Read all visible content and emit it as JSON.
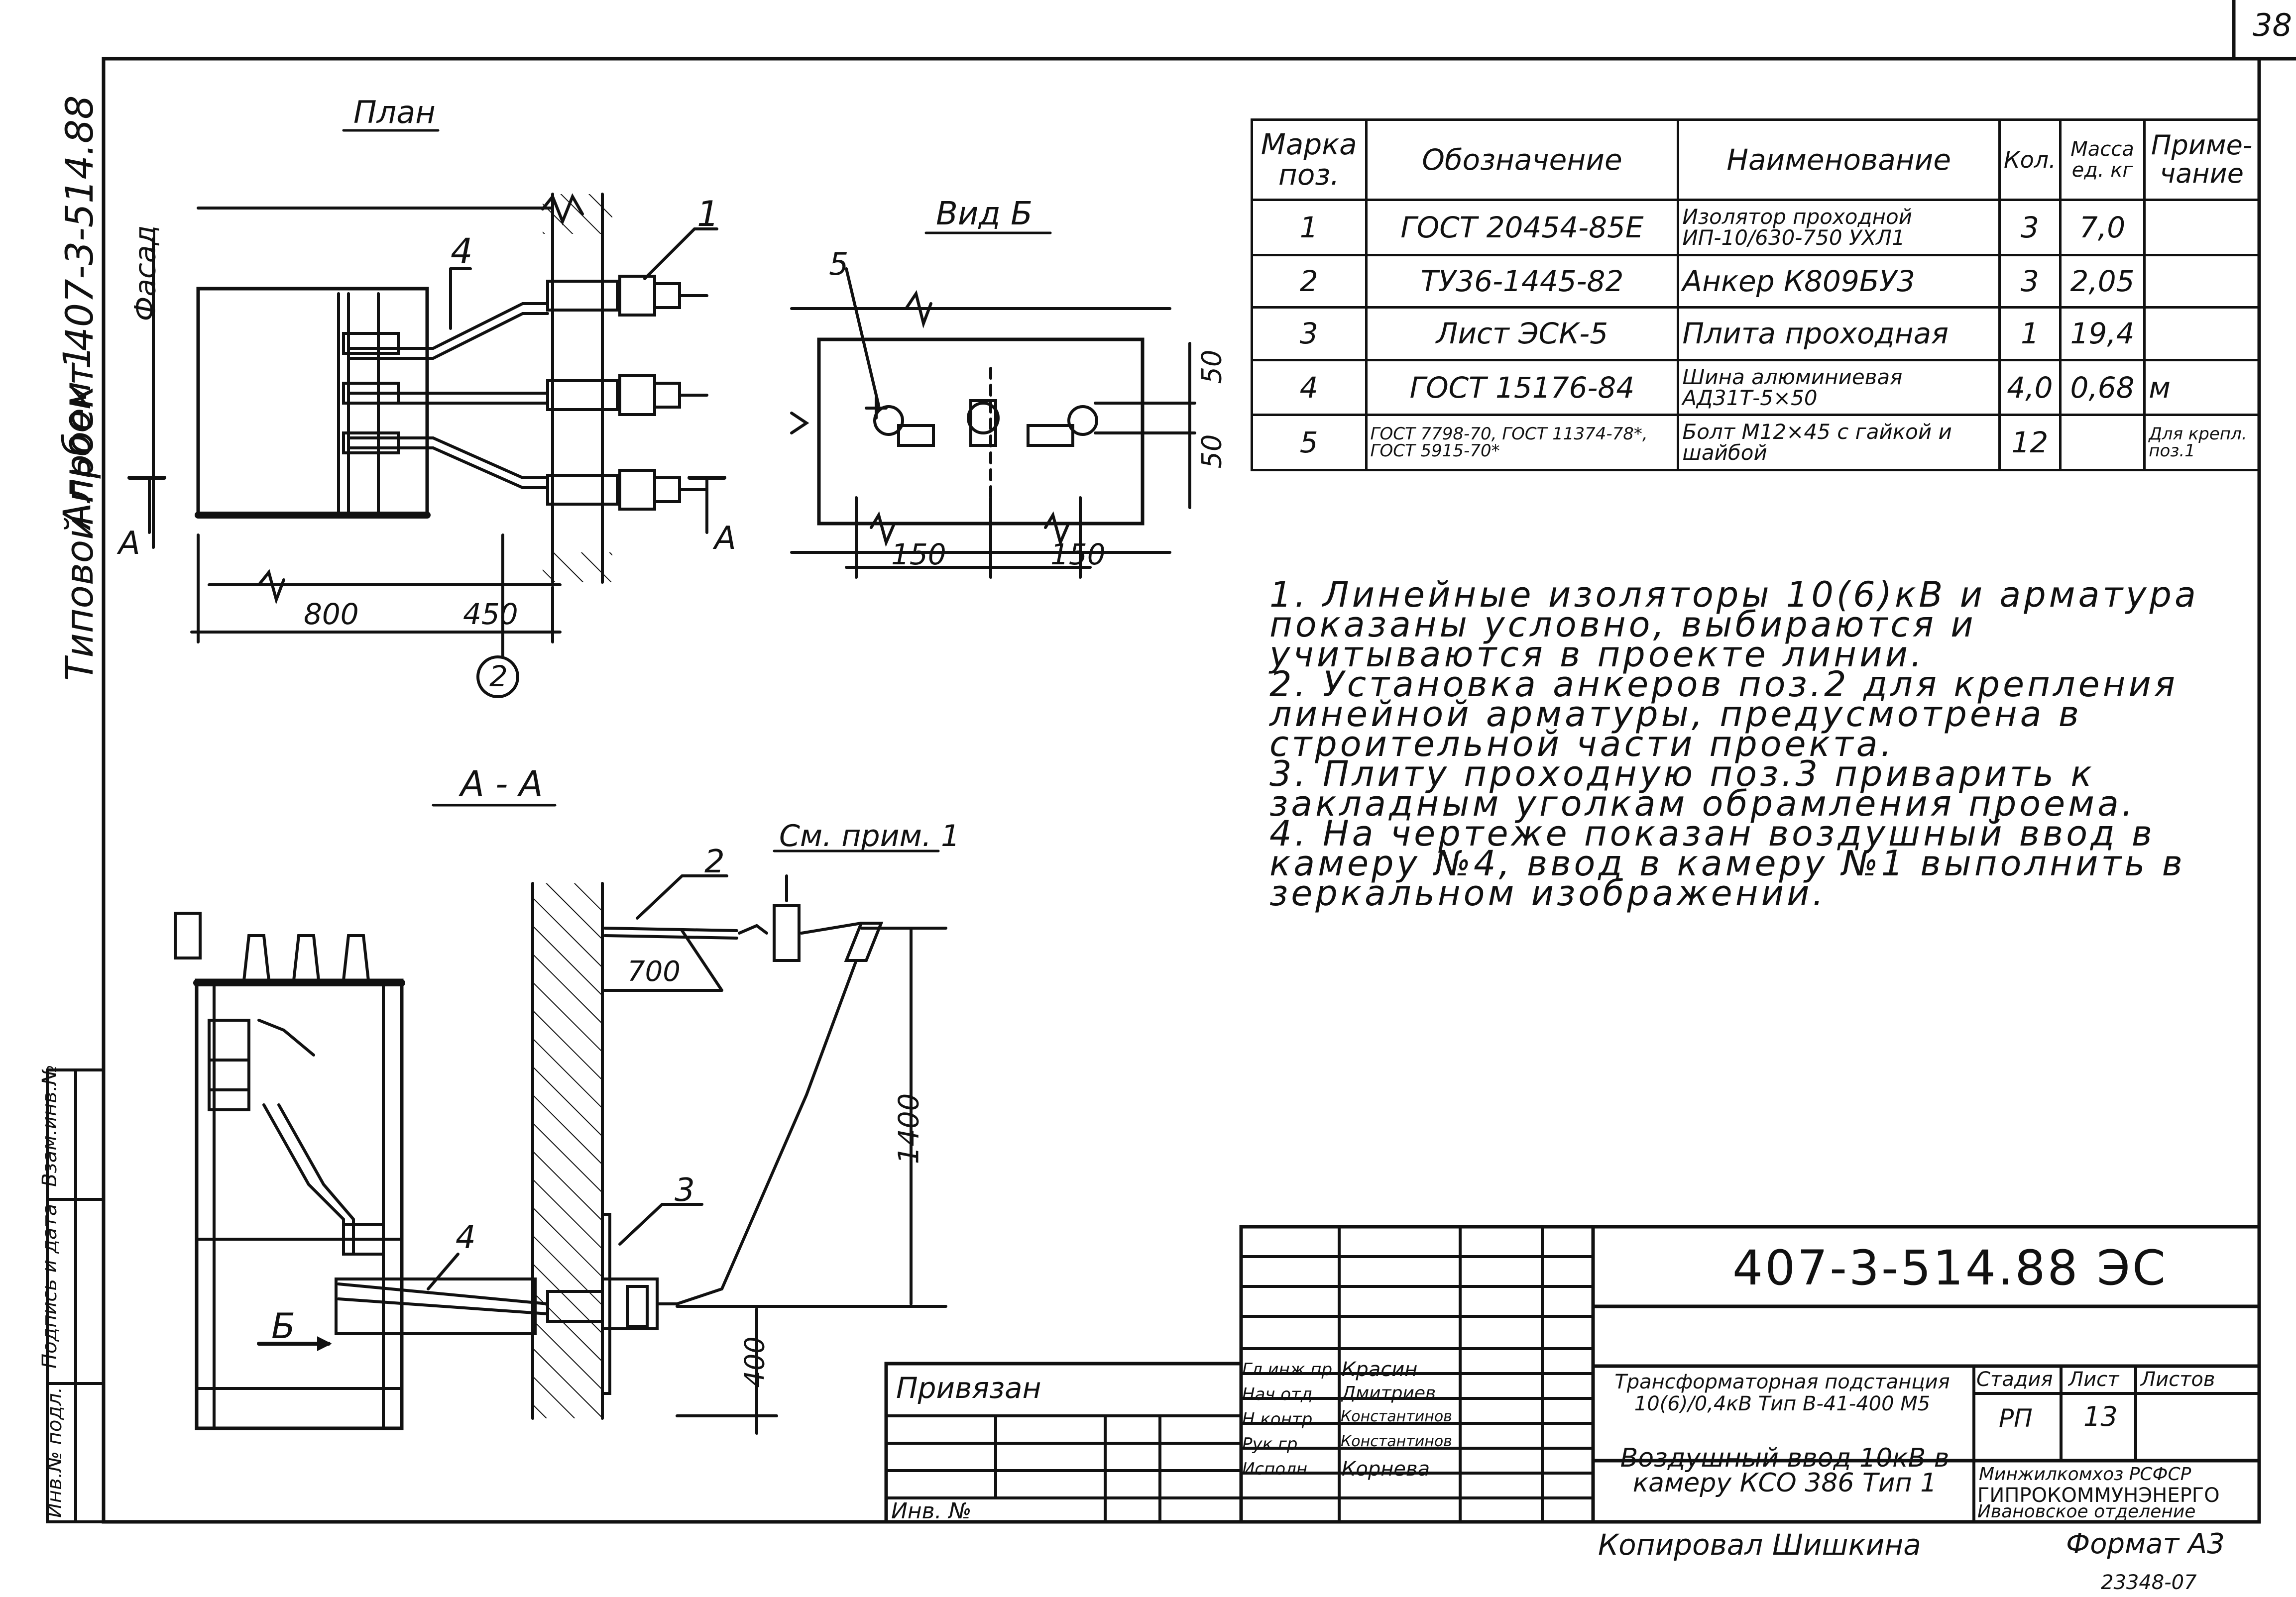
{
  "sheet": {
    "number": "38",
    "side_label": [
      "Типовой проект 407-3-514.88",
      "Альбом 1"
    ],
    "copied_by": "Копировал Шишкина",
    "format": "Формат А3",
    "archive_no": "23348-07"
  },
  "views": {
    "plan": {
      "title": "План",
      "facade": "Фасад",
      "dim_800": "800",
      "dim_450": "450",
      "pos_2": "2",
      "section_a": "А",
      "pos_1": "1",
      "pos_4": "4"
    },
    "view_b": {
      "title": "Вид Б",
      "pos_5": "5",
      "dim_50a": "50",
      "dim_50b": "50",
      "dim_150a": "150",
      "dim_150b": "150"
    },
    "section_aa": {
      "title": "А - А",
      "note_ref": "См. прим. 1",
      "pos_2": "2",
      "pos_3": "3",
      "pos_4": "4",
      "dim_700": "700",
      "dim_1400": "1400",
      "dim_400": "400",
      "view_b": "Б"
    }
  },
  "spec_table": {
    "headers": [
      "Марка поз.",
      "Обозначение",
      "Наименование",
      "Кол.",
      "Масса ед. кг",
      "Приме-чание"
    ],
    "rows": [
      [
        "1",
        "ГОСТ 20454-85Е",
        "Изолятор проходной ИП-10/630-750 УХЛ1",
        "3",
        "7,0",
        ""
      ],
      [
        "2",
        "ТУ36-1445-82",
        "Анкер К809БУ3",
        "3",
        "2,05",
        ""
      ],
      [
        "3",
        "Лист ЭСК-5",
        "Плита проходная",
        "1",
        "19,4",
        ""
      ],
      [
        "4",
        "ГОСТ 15176-84",
        "Шина алюминиевая АД31Т-5×50",
        "4,0",
        "0,68",
        "м"
      ],
      [
        "5",
        "ГОСТ 7798-70, ГОСТ 11374-78*, ГОСТ 5915-70*",
        "Болт М12×45 с гайкой и шайбой",
        "12",
        "",
        "Для крепл. поз.1"
      ]
    ]
  },
  "notes": [
    "1. Линейные изоляторы 10(6)кВ и арматура показаны условно, выбираются и учитываются в проекте линии.",
    "2. Установка анкеров поз.2 для крепления линейной арматуры, предусмотрена в строительной части проекта.",
    "3. Плиту проходную поз.3 приварить к закладным уголкам обрамления проема.",
    "4. На чертеже показан воздушный ввод в камеру №4, ввод в камеру №1 выполнить в зеркальном изображении."
  ],
  "title_block": {
    "doc_code": "407-3-514.88 ЭС",
    "bound": "Привязан",
    "inv_no": "Инв. №",
    "roles": [
      "Гл.инж.пр.",
      "Нач.отд.",
      "Н.контр.",
      "Рук.гр.",
      "Исполн."
    ],
    "names": [
      "Красин",
      "Дмитриев",
      "Константинов",
      "Константинов",
      "Корнева"
    ],
    "project_name": "Трансформаторная подстанция 10(6)/0,4кВ Тип В-41-400 М5",
    "sheet_name": "Воздушный ввод 10кВ в камеру КСО 386 Тип 1",
    "stage_label": "Стадия",
    "sheet_label": "Лист",
    "sheets_label": "Листов",
    "stage": "РП",
    "sheet": "13",
    "org": [
      "Минжилкомхоз РСФСР",
      "ГИПРОКОММУНЭНЕРГО",
      "Ивановское отделение"
    ]
  },
  "left_strip": [
    "Инв.№ подл.",
    "Подпись и дата",
    "Взам.инв.№"
  ]
}
